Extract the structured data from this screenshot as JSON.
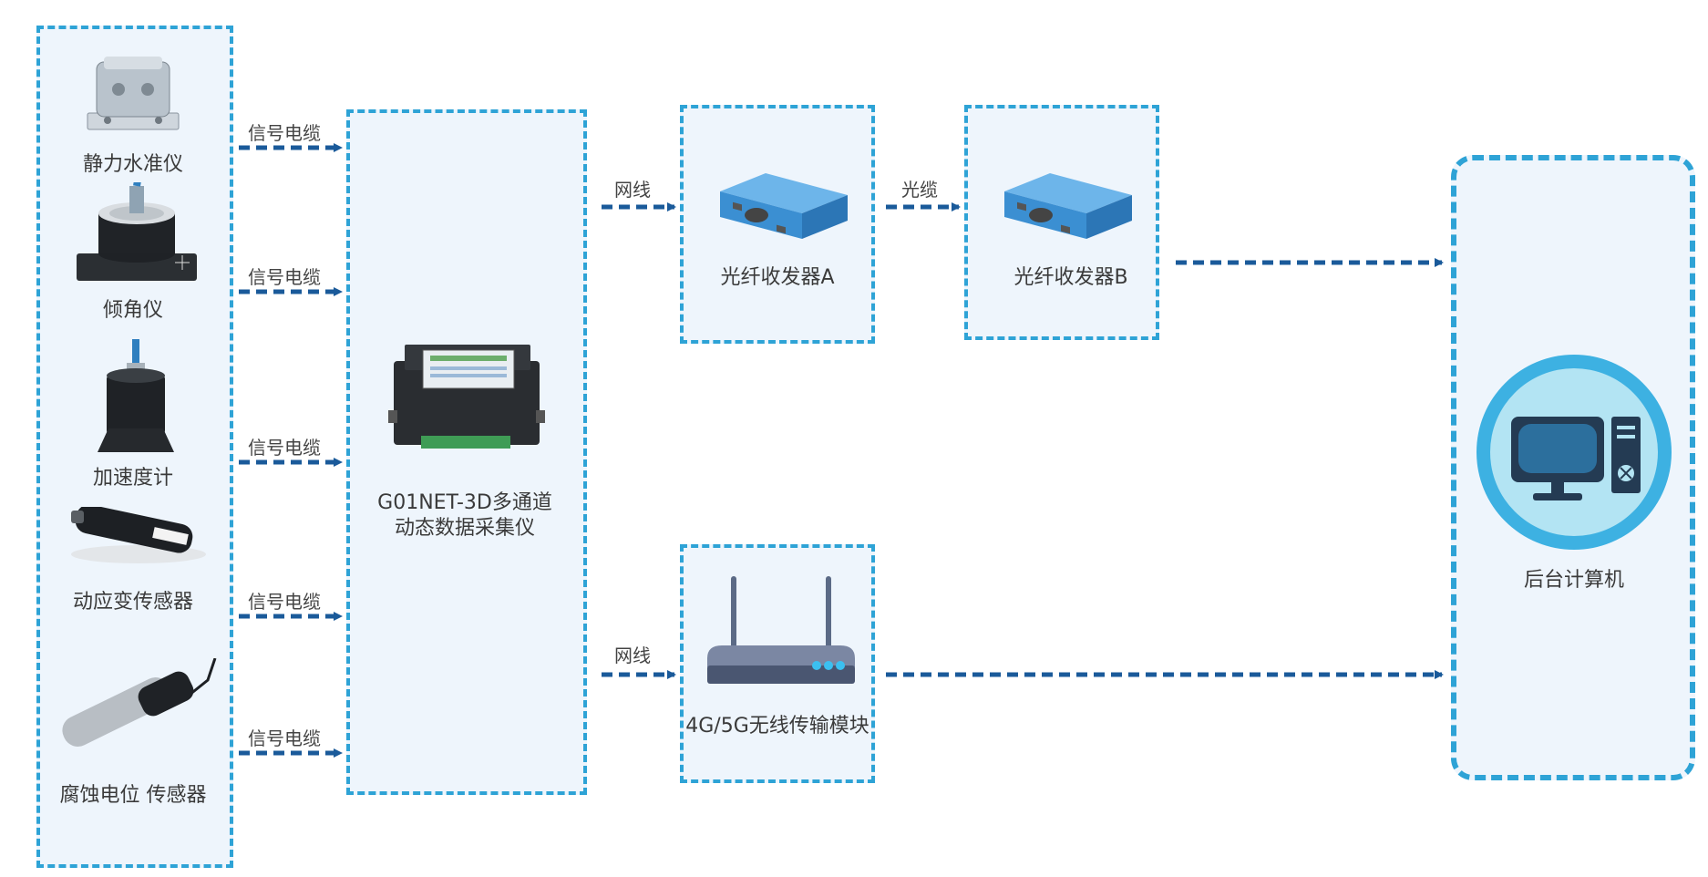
{
  "sensors": [
    {
      "label": "静力水准仪",
      "icon": "static-level-gauge-icon"
    },
    {
      "label": "倾角仪",
      "icon": "inclinometer-icon"
    },
    {
      "label": "加速度计",
      "icon": "accelerometer-icon"
    },
    {
      "label": "动应变传感器",
      "icon": "dynamic-strain-sensor-icon"
    },
    {
      "label": "腐蚀电位 传感器",
      "icon": "corrosion-potential-sensor-icon"
    }
  ],
  "cable_labels": [
    "信号电缆",
    "信号电缆",
    "信号电缆",
    "信号电缆",
    "信号电缆"
  ],
  "collector": {
    "label_line1": "G01NET-3D多通道",
    "label_line2": "动态数据采集仪",
    "icon": "data-acquisition-device-icon"
  },
  "links": {
    "net1": "网线",
    "net2": "网线",
    "fiber": "光缆"
  },
  "transceiver_a": {
    "label": "光纤收发器A",
    "icon": "fiber-transceiver-icon"
  },
  "transceiver_b": {
    "label": "光纤收发器B",
    "icon": "fiber-transceiver-icon"
  },
  "wireless": {
    "label": "4G/5G无线传输模块",
    "icon": "wireless-router-icon"
  },
  "computer": {
    "label": "后台计算机",
    "icon": "desktop-computer-icon"
  },
  "colors": {
    "border": "#2ea3d6",
    "arrow": "#1a5a9a",
    "panel_bg": "#eef5fc",
    "device_blue": "#3d8fd6"
  }
}
